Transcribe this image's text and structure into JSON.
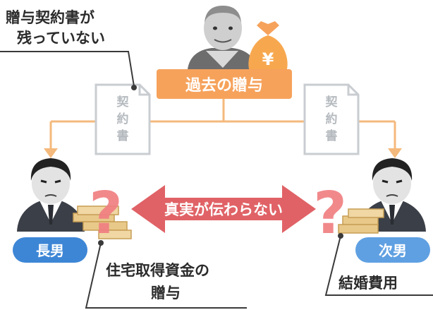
{
  "note_top_left": {
    "line1": "贈与契約書が",
    "line2": "残っていない"
  },
  "center_label": "過去の贈与",
  "yen_symbol": "¥",
  "contract_text": [
    "契",
    "約",
    "書"
  ],
  "son_left": {
    "label": "長男",
    "gift_line1": "住宅取得資金の",
    "gift_line2": "贈与"
  },
  "son_right": {
    "label": "次男",
    "gift": "結婚費用"
  },
  "middle_message": "真実が伝わらない",
  "question_mark": "?",
  "colors": {
    "orange": "#f6a25b",
    "orange_line": "#f4b97c",
    "blue": "#3d86d6",
    "red": "#e06266",
    "red_dark": "#d04f55",
    "gray_doc": "#c9cdd1",
    "question": "#f07f82",
    "money": "#e8c98a"
  }
}
